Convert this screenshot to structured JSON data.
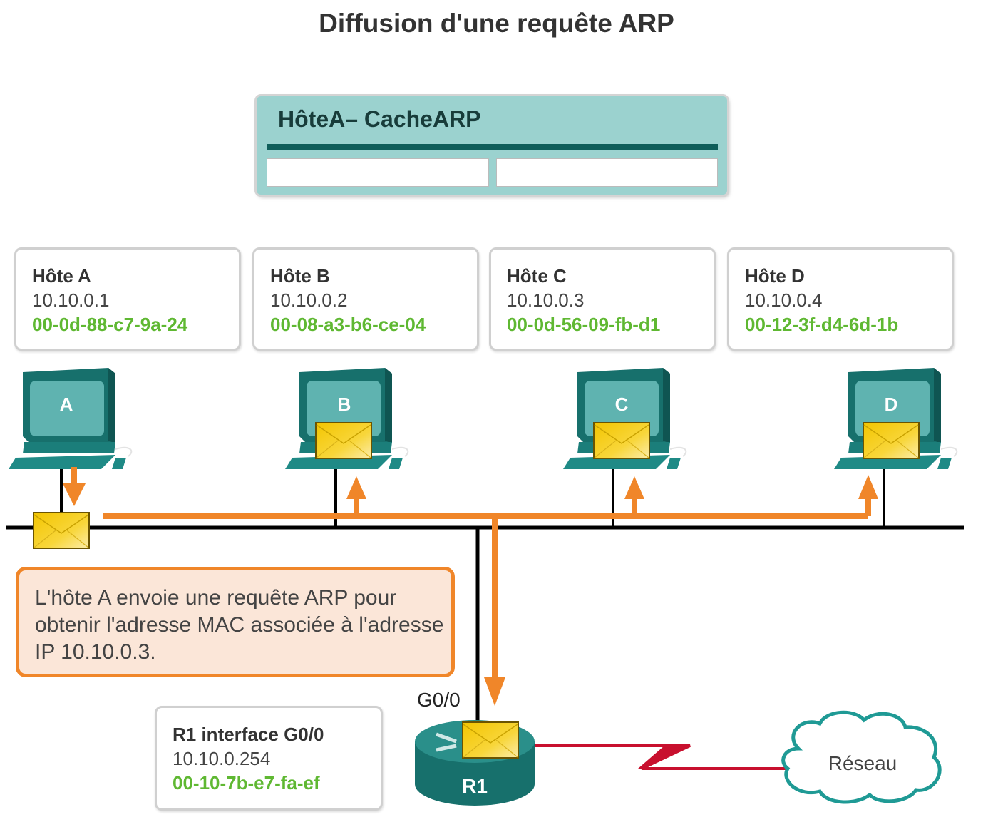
{
  "title": "Diffusion d'une requête ARP",
  "arp_cache": {
    "title": "HôteA– CacheARP",
    "entries": [
      {
        "ip": "",
        "mac": ""
      }
    ]
  },
  "hosts": [
    {
      "name": "Hôte A",
      "label": "A",
      "ip": "10.10.0.1",
      "mac": "00-0d-88-c7-9a-24",
      "has_packet": false
    },
    {
      "name": "Hôte B",
      "label": "B",
      "ip": "10.10.0.2",
      "mac": "00-08-a3-b6-ce-04",
      "has_packet": true
    },
    {
      "name": "Hôte C",
      "label": "C",
      "ip": "10.10.0.3",
      "mac": "00-0d-56-09-fb-d1",
      "has_packet": true
    },
    {
      "name": "Hôte D",
      "label": "D",
      "ip": "10.10.0.4",
      "mac": "00-12-3f-d4-6d-1b",
      "has_packet": true
    }
  ],
  "note": {
    "text": "L'hôte A envoie une requête ARP pour obtenir l'adresse MAC associée à l'adresse IP 10.10.0.3."
  },
  "router": {
    "label": "R1",
    "interface_label": "G0/0",
    "info_title": "R1 interface G0/0",
    "ip": "10.10.0.254",
    "mac": "00-10-7b-e7-fa-ef"
  },
  "network": {
    "label": "Réseau"
  },
  "colors": {
    "device_teal": "#1f8a86",
    "arrow_orange": "#f08629",
    "mac_green": "#5fb832",
    "envelope_yellow": "#f5cf1c",
    "serial_red": "#c8102e",
    "cache_bg": "#9bd2cf"
  }
}
